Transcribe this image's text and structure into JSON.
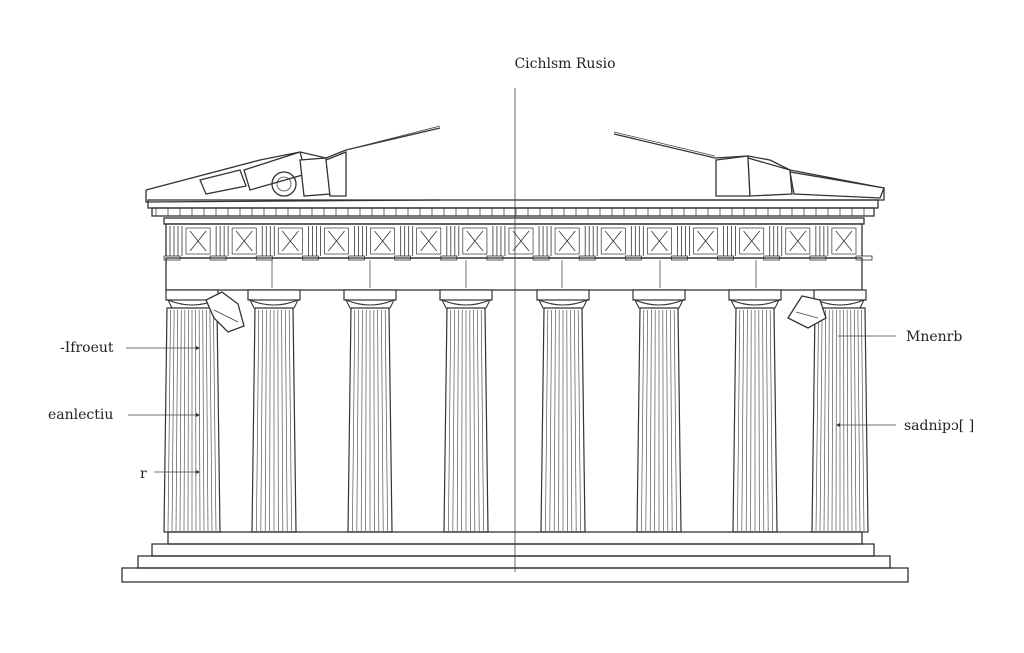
{
  "diagram": {
    "title": "Cichlsm Rusio",
    "labels": {
      "left_1": "-Ifroeut",
      "left_2": "eanlectiu",
      "left_3": "r",
      "right_1": "Mnenrb",
      "right_2": "sadnipɔ[ ]"
    },
    "colors": {
      "line": "#333333",
      "background": "#ffffff"
    },
    "column_count": 8,
    "triglyph_count": 15
  }
}
